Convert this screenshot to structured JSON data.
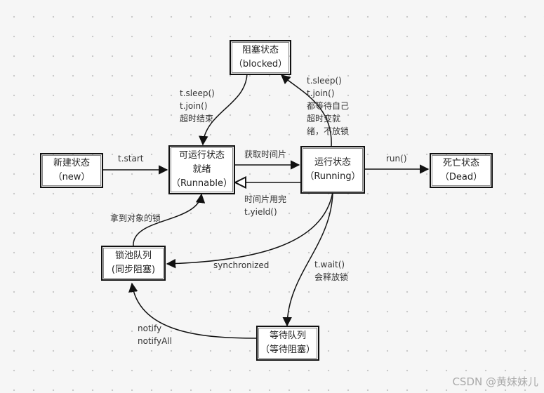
{
  "nodes": {
    "blocked": {
      "line1": "阻塞状态",
      "line2": "（blocked）"
    },
    "new": {
      "line1": "新建状态",
      "line2": "（new）"
    },
    "runnable": {
      "line1": "可运行状态",
      "line2": "就绪",
      "line3": "（Runnable）"
    },
    "running": {
      "line1": "运行状态",
      "line2": "（Running）"
    },
    "dead": {
      "line1": "死亡状态",
      "line2": "（Dead）"
    },
    "lock_pool": {
      "line1": "锁池队列",
      "line2": "(同步阻塞)"
    },
    "wait_queue": {
      "line1": "等待队列",
      "line2": "（等待阻塞）"
    }
  },
  "labels": {
    "t_start": "t.start",
    "get_slice": "获取时间片",
    "slice_used": "时间片用完",
    "yield": "t.yield()",
    "run": "run()",
    "sleep_join_timeout": [
      "t.sleep()",
      "t.join()",
      "超时结束"
    ],
    "sleep_join_wait": [
      "t.sleep()",
      "t.join()",
      "都等待自己",
      "超时变就",
      "绪，不放锁"
    ],
    "get_lock": "拿到对象的锁",
    "synchronized": "synchronized",
    "wait": [
      "t.wait()",
      "会释放锁"
    ],
    "notify": [
      "notify",
      "notifyAll"
    ]
  },
  "watermark": "CSDN @黄妹妹儿"
}
